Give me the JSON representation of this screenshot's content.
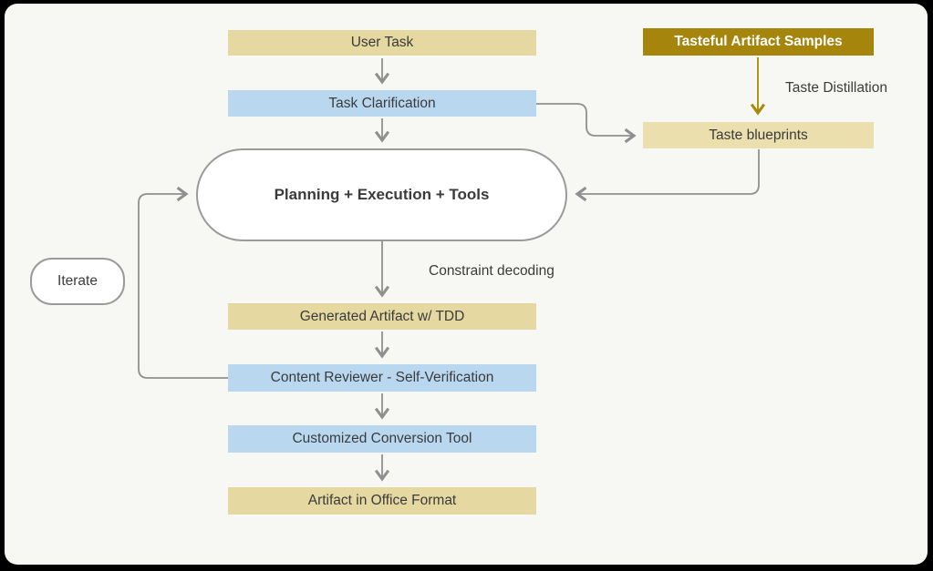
{
  "diagram": {
    "title_hint": "Agent artifact generation flowchart",
    "colors": {
      "canvas_bg": "#f7f7f4",
      "outer_bg": "#000000",
      "tan": "#e5d8a0",
      "tan_light": "#ecdfae",
      "blue": "#b9d8f0",
      "gold_dark": "#a5850c",
      "arrow_gray": "#8f8f8f",
      "arrow_gold": "#a88900",
      "text_dark": "#3b3b3b",
      "text_white": "#ffffff"
    },
    "nodes": {
      "user_task": {
        "label": "User Task"
      },
      "task_clarification": {
        "label": "Task Clarification"
      },
      "planning": {
        "label": "Planning + Execution + Tools"
      },
      "generated_artifact": {
        "label": "Generated Artifact w/ TDD"
      },
      "content_reviewer": {
        "label": "Content Reviewer - Self-Verification"
      },
      "conversion_tool": {
        "label": "Customized Conversion Tool"
      },
      "artifact_office": {
        "label": "Artifact in Office Format"
      },
      "tasteful_samples": {
        "label": "Tasteful Artifact Samples"
      },
      "taste_blueprints": {
        "label": "Taste blueprints"
      },
      "iterate": {
        "label": "Iterate"
      }
    },
    "edge_labels": {
      "taste_distillation": "Taste Distillation",
      "constraint_decoding": "Constraint decoding"
    },
    "edges": [
      "user_task -> task_clarification",
      "task_clarification -> planning",
      "planning -> generated_artifact (Constraint decoding)",
      "generated_artifact -> content_reviewer",
      "content_reviewer -> conversion_tool",
      "conversion_tool -> artifact_office",
      "tasteful_samples -> taste_blueprints (Taste Distillation)",
      "task_clarification -> taste_blueprints",
      "taste_blueprints -> planning",
      "content_reviewer -> planning (iterate loop)"
    ]
  }
}
